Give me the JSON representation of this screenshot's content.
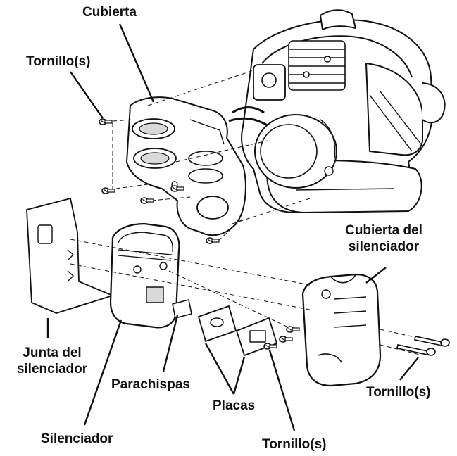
{
  "labels": {
    "cover": "Cubierta",
    "screws_top": "Tornillo(s)",
    "muffler_cover_line1": "Cubierta del",
    "muffler_cover_line2": "silenciador",
    "gasket_line1": "Junta del",
    "gasket_line2": "silenciador",
    "spark_arrestor": "Parachispas",
    "plates": "Placas",
    "screws_right": "Tornillo(s)",
    "muffler": "Silenciador",
    "screws_bottom": "Tornillo(s)"
  },
  "colors": {
    "line": "#111111",
    "paper": "#ffffff",
    "shade": "#d9d9d9"
  },
  "icons": {
    "screw": "screw-icon",
    "engine": "engine-drawing"
  }
}
